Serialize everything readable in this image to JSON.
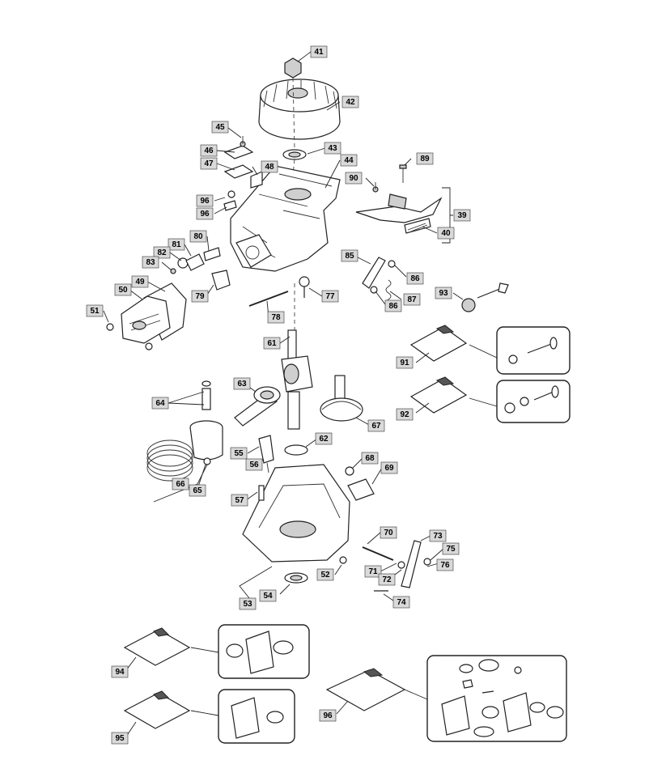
{
  "callouts": [
    {
      "id": "41",
      "text": "41"
    },
    {
      "id": "42",
      "text": "42"
    },
    {
      "id": "43",
      "text": "43"
    },
    {
      "id": "44",
      "text": "44"
    },
    {
      "id": "45",
      "text": "45"
    },
    {
      "id": "46",
      "text": "46"
    },
    {
      "id": "47",
      "text": "47"
    },
    {
      "id": "48",
      "text": "48"
    },
    {
      "id": "89",
      "text": "89"
    },
    {
      "id": "90",
      "text": "90"
    },
    {
      "id": "96a",
      "text": "96"
    },
    {
      "id": "96b",
      "text": "96"
    },
    {
      "id": "39",
      "text": "39"
    },
    {
      "id": "40",
      "text": "40"
    },
    {
      "id": "80",
      "text": "80"
    },
    {
      "id": "81",
      "text": "81"
    },
    {
      "id": "82",
      "text": "82"
    },
    {
      "id": "83",
      "text": "83"
    },
    {
      "id": "85",
      "text": "85"
    },
    {
      "id": "86a",
      "text": "86"
    },
    {
      "id": "86b",
      "text": "86"
    },
    {
      "id": "87",
      "text": "87"
    },
    {
      "id": "93",
      "text": "93"
    },
    {
      "id": "79",
      "text": "79"
    },
    {
      "id": "77",
      "text": "77"
    },
    {
      "id": "50",
      "text": "50"
    },
    {
      "id": "49",
      "text": "49"
    },
    {
      "id": "51",
      "text": "51"
    },
    {
      "id": "78",
      "text": "78"
    },
    {
      "id": "61",
      "text": "61"
    },
    {
      "id": "91",
      "text": "91"
    },
    {
      "id": "92",
      "text": "92"
    },
    {
      "id": "63",
      "text": "63"
    },
    {
      "id": "64",
      "text": "64"
    },
    {
      "id": "67",
      "text": "67"
    },
    {
      "id": "62",
      "text": "62"
    },
    {
      "id": "55",
      "text": "55"
    },
    {
      "id": "56",
      "text": "56"
    },
    {
      "id": "68",
      "text": "68"
    },
    {
      "id": "69",
      "text": "69"
    },
    {
      "id": "66",
      "text": "66"
    },
    {
      "id": "65",
      "text": "65"
    },
    {
      "id": "57",
      "text": "57"
    },
    {
      "id": "70",
      "text": "70"
    },
    {
      "id": "73",
      "text": "73"
    },
    {
      "id": "75",
      "text": "75"
    },
    {
      "id": "76",
      "text": "76"
    },
    {
      "id": "71",
      "text": "71"
    },
    {
      "id": "72",
      "text": "72"
    },
    {
      "id": "52",
      "text": "52"
    },
    {
      "id": "54",
      "text": "54"
    },
    {
      "id": "53",
      "text": "53"
    },
    {
      "id": "74",
      "text": "74"
    },
    {
      "id": "94",
      "text": "94"
    },
    {
      "id": "95",
      "text": "95"
    },
    {
      "id": "96c",
      "text": "96"
    }
  ]
}
